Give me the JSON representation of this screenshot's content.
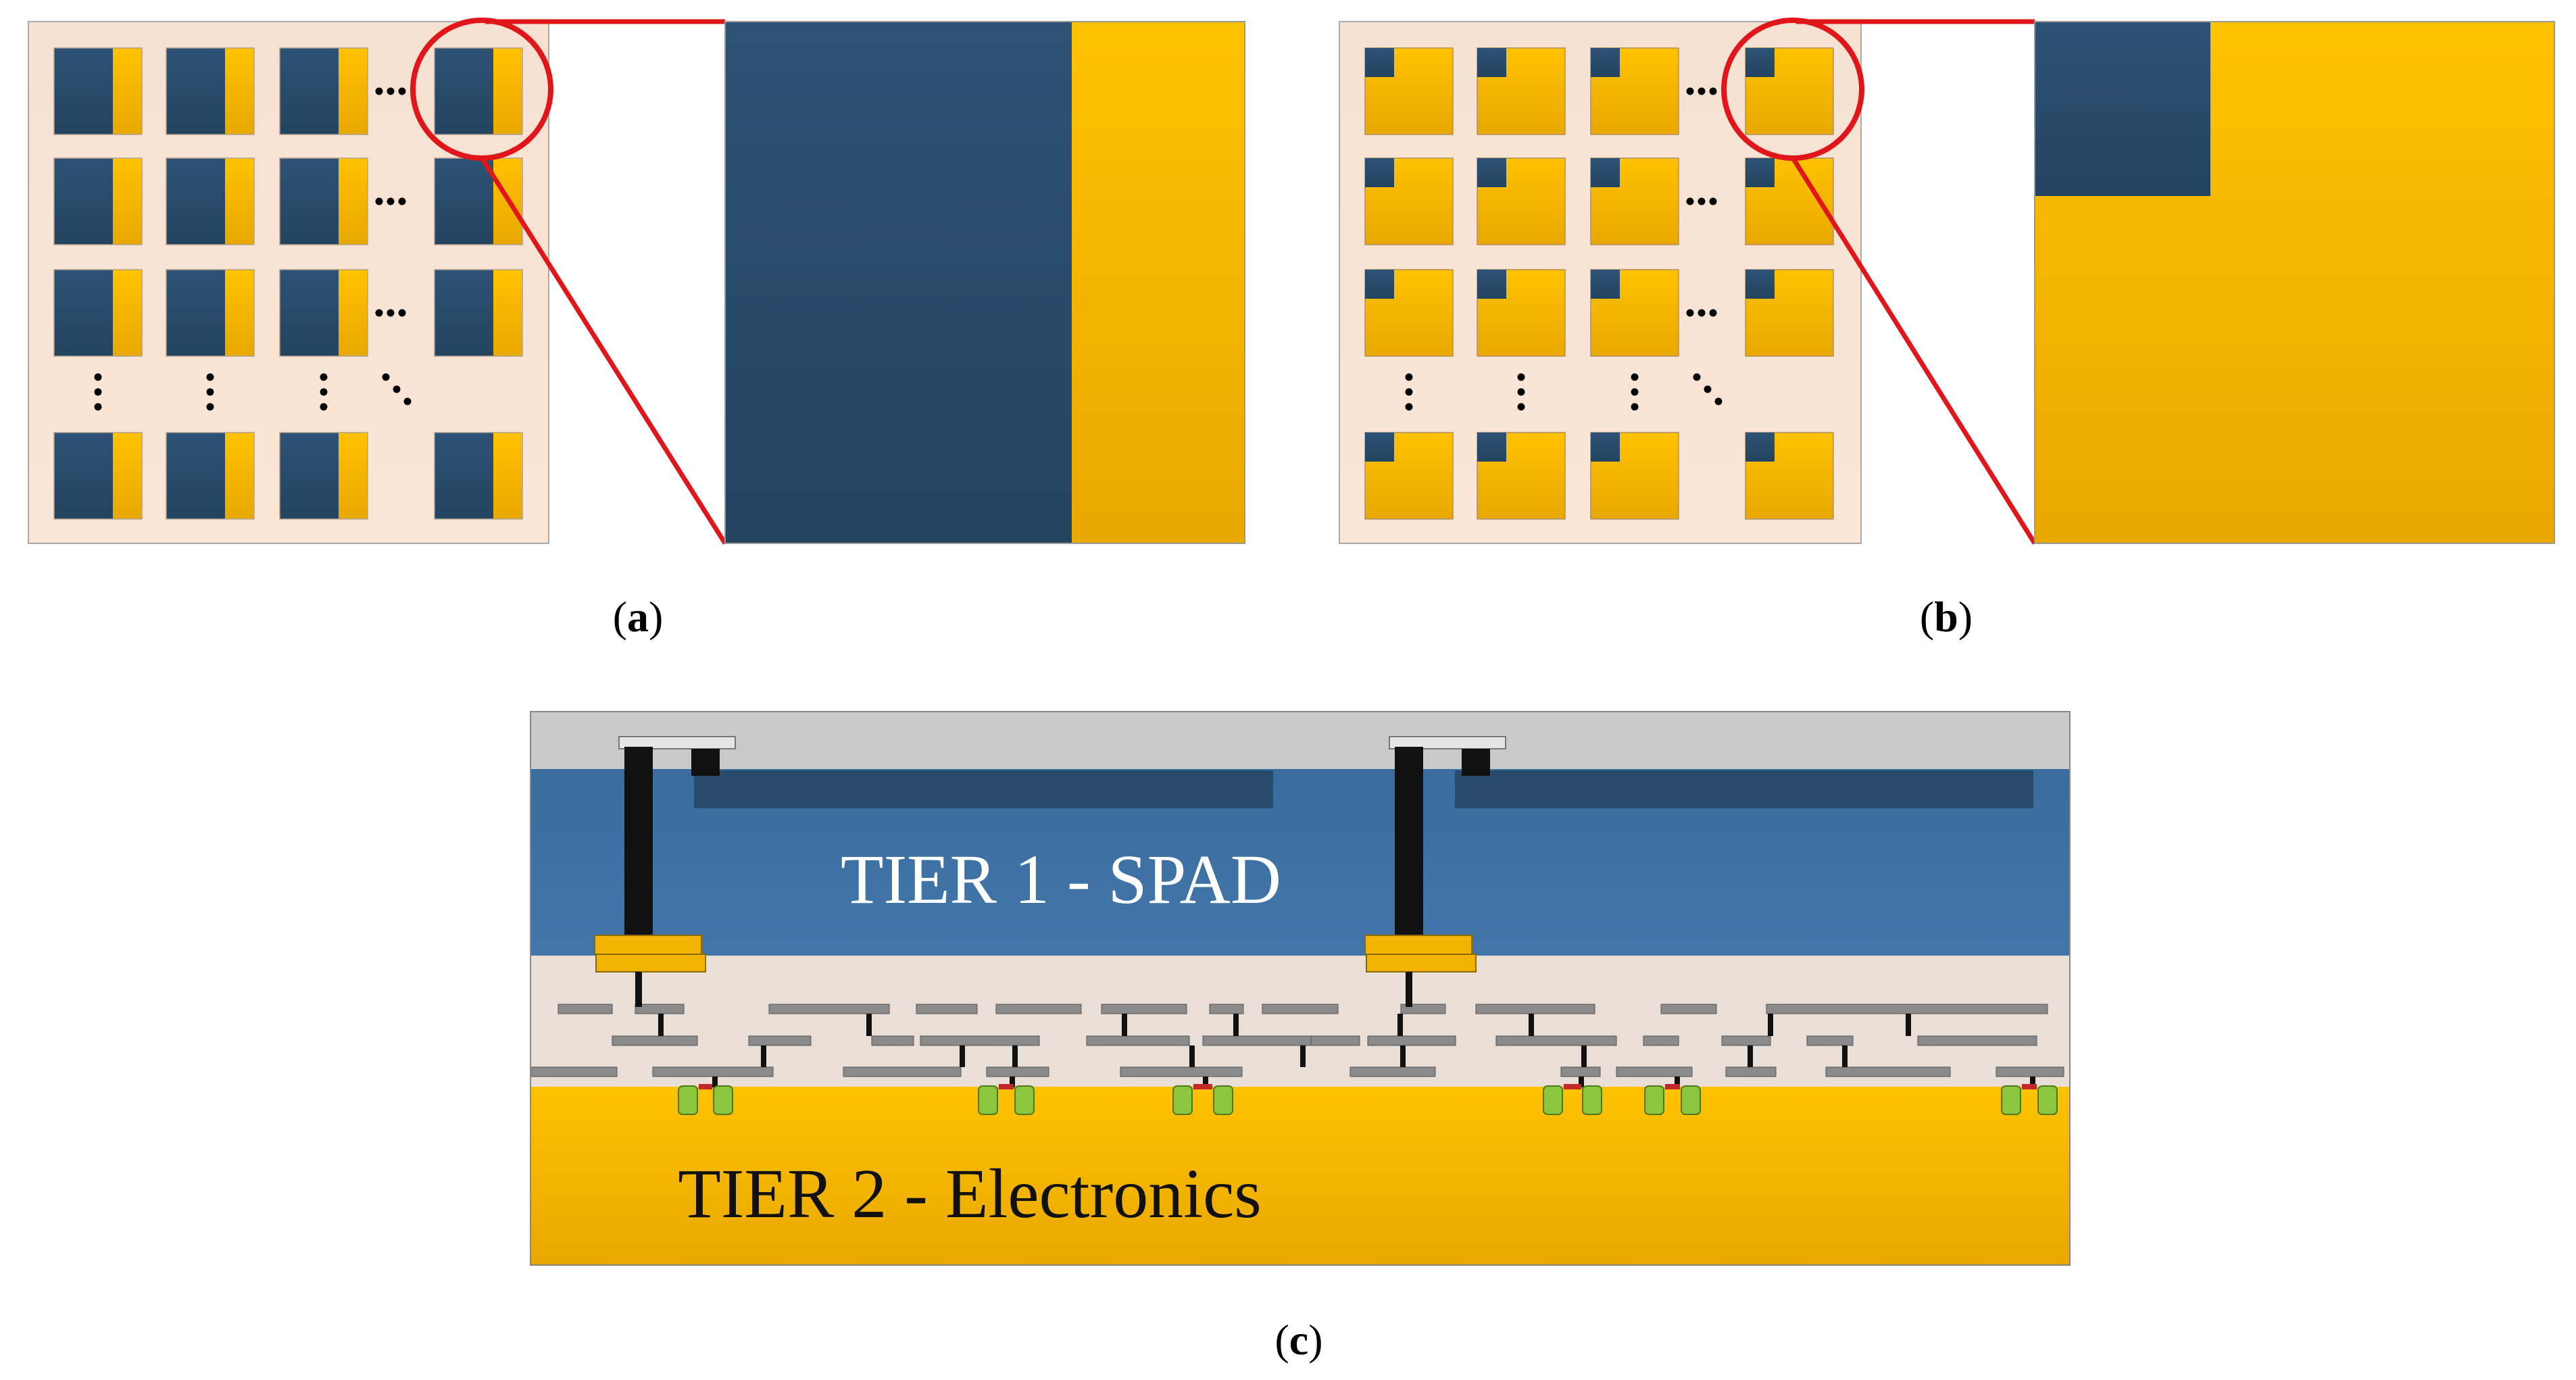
{
  "panels": {
    "a": {
      "label": "a",
      "open_paren": "(",
      "close_paren": ")"
    },
    "b": {
      "label": "b",
      "open_paren": "(",
      "close_paren": ")"
    },
    "c": {
      "label": "c",
      "open_paren": "(",
      "close_paren": ")",
      "tier1_label": "TIER 1 - SPAD",
      "tier2_label": "TIER 2 - Electronics"
    }
  },
  "colors": {
    "navy": "#2a4d72",
    "amber": "#f7b800",
    "peach_bg": "#f8e3d3",
    "zoom_red": "#e0161b",
    "tier1_blue": "#3f72a5",
    "tier1_dark": "#284a6b",
    "top_gray": "#c9c9c9",
    "beol_bg": "#eadfd6",
    "metal_gray": "#8a8a8a",
    "via_black": "#111111",
    "green_implant": "#8cc63e",
    "red_gate": "#c0282a"
  }
}
